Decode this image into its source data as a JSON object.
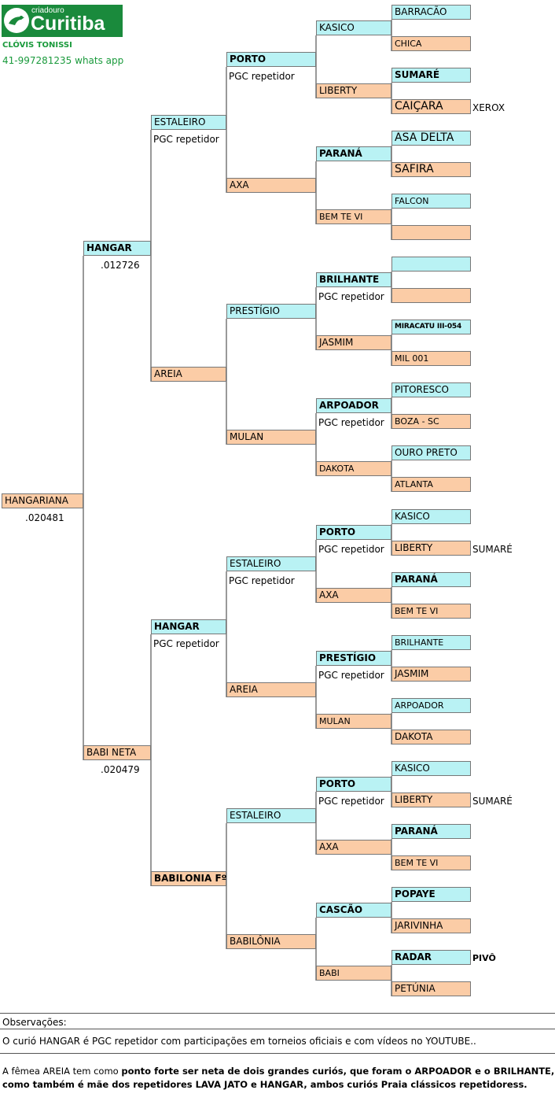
{
  "header": {
    "logo_small": "criadouro",
    "logo_big": "Curitiba",
    "owner": "CLÓVIS TONISSI",
    "phone": "41-997281235 whats app"
  },
  "gen1": {
    "name": "HANGARIANA",
    "code": ".020481"
  },
  "gen2": [
    {
      "name": "HANGAR",
      "code": ".012726"
    },
    {
      "name": "BABI NETA",
      "code": ".020479"
    }
  ],
  "gen3": [
    {
      "name": "ESTALEIRO",
      "note": "PGC repetidor"
    },
    {
      "name": "AREIA"
    },
    {
      "name": "HANGAR",
      "note": "PGC repetidor"
    },
    {
      "name": "BABILONIA Fº"
    }
  ],
  "gen4": [
    {
      "name": "PORTO",
      "note": "PGC repetidor"
    },
    {
      "name": "AXA"
    },
    {
      "name": "PRESTÍGIO"
    },
    {
      "name": "MULAN"
    },
    {
      "name": "ESTALEIRO",
      "note": "PGC repetidor"
    },
    {
      "name": "AREIA"
    },
    {
      "name": "ESTALEIRO"
    },
    {
      "name": "BABILÔNIA"
    }
  ],
  "gen5": [
    {
      "name": "KASICO"
    },
    {
      "name": "LIBERTY"
    },
    {
      "name": "PARANÁ"
    },
    {
      "name": "BEM TE VI"
    },
    {
      "name": "BRILHANTE",
      "note": "PGC repetidor"
    },
    {
      "name": "JASMIM"
    },
    {
      "name": "ARPOADOR",
      "note": "PGC repetidor"
    },
    {
      "name": "DAKOTA"
    },
    {
      "name": "PORTO",
      "note": "PGC repetidor"
    },
    {
      "name": "AXA"
    },
    {
      "name": "PRESTÍGIO",
      "note": "PGC repetidor"
    },
    {
      "name": "MULAN"
    },
    {
      "name": "PORTO",
      "note": "PGC repetidor"
    },
    {
      "name": "AXA"
    },
    {
      "name": "CASCÃO"
    },
    {
      "name": "BABI"
    }
  ],
  "gen6": [
    {
      "name": "BARRACÃO"
    },
    {
      "name": "CHICA"
    },
    {
      "name": "SUMARÉ"
    },
    {
      "name": "CAIÇARA",
      "side": "XEROX"
    },
    {
      "name": "ASA DELTA"
    },
    {
      "name": "SAFIRA"
    },
    {
      "name": "FALCON"
    },
    {
      "name": ""
    },
    {
      "name": ""
    },
    {
      "name": ""
    },
    {
      "name": "MIRACATU III-054"
    },
    {
      "name": "MIL 001"
    },
    {
      "name": "PITORESCO"
    },
    {
      "name": "BOZA - SC"
    },
    {
      "name": "OURO PRETO"
    },
    {
      "name": "ATLANTA"
    },
    {
      "name": "KASICO"
    },
    {
      "name": "LIBERTY",
      "side": "SUMARÉ"
    },
    {
      "name": "PARANÁ"
    },
    {
      "name": "BEM TE VI"
    },
    {
      "name": "BRILHANTE"
    },
    {
      "name": "JASMIM"
    },
    {
      "name": "ARPOADOR"
    },
    {
      "name": "DAKOTA"
    },
    {
      "name": "KASICO"
    },
    {
      "name": "LIBERTY",
      "side": "SUMARÉ"
    },
    {
      "name": "PARANÁ"
    },
    {
      "name": "BEM TE VI"
    },
    {
      "name": "POPAYE"
    },
    {
      "name": "JARIVINHA"
    },
    {
      "name": "RADAR",
      "side": "PIVÔ"
    },
    {
      "name": "PETÚNIA"
    }
  ],
  "notes": {
    "label": "Observações:",
    "line1": "O curió HANGAR é PGC repetidor com participações em torneios oficiais e com vídeos no YOUTUBE..",
    "line2_a": "A fêmea AREIA tem como ",
    "line2_b": "ponto forte ser neta de dois grandes curiós, que foram o ARPOADOR e o BRILHANTE,",
    "line3": "como também é mãe dos repetidores LAVA JATO e HANGAR, ambos curiós Praia clássicos repetidoress."
  },
  "colors": {
    "male": "#b9f2f4",
    "female": "#fbcca6",
    "green": "#1a8a3c"
  }
}
